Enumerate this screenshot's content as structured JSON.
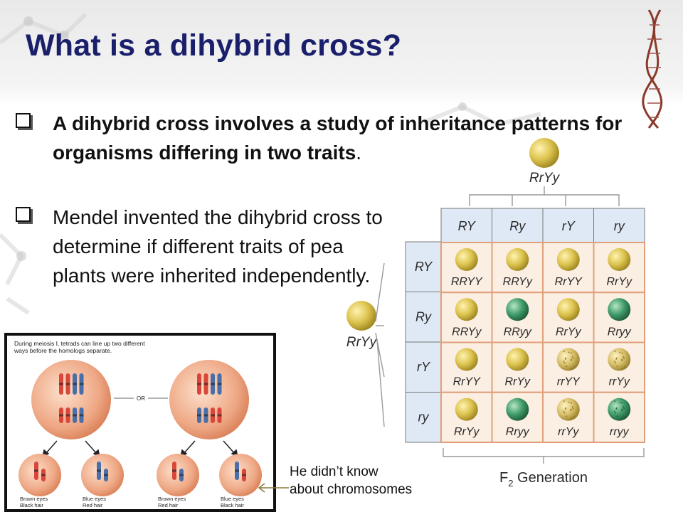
{
  "slide": {
    "title": "What is a dihybrid cross?",
    "bullets": [
      {
        "text": "A dihybrid cross involves a study of inheritance patterns for organisms differing in two traits",
        "suffix": "."
      },
      {
        "text": "Mendel invented the dihybrid cross to determine if different traits of pea plants were inherited independently."
      }
    ],
    "note": [
      "He didn’t know",
      "about chromosomes"
    ]
  },
  "punnett": {
    "parent_top": "RrYy",
    "parent_left": "RrYy",
    "gametes_top": [
      "RY",
      "Ry",
      "rY",
      "ry"
    ],
    "gametes_left": [
      "RY",
      "Ry",
      "rY",
      "ry"
    ],
    "cells": [
      [
        "RRYY",
        "RRYy",
        "RrYY",
        "RrYy"
      ],
      [
        "RRYy",
        "RRyy",
        "RrYy",
        "Rryy"
      ],
      [
        "RrYY",
        "RrYy",
        "rrYY",
        "rrYy"
      ],
      [
        "RrYy",
        "Rryy",
        "rrYy",
        "rryy"
      ]
    ],
    "generation_label": "F",
    "generation_sub": "2",
    "generation_suffix": " Generation"
  },
  "meiosis": {
    "caption": [
      "During meiosis I, tetrads can line up two different",
      "ways before the homologs separate."
    ],
    "or_label": "OR",
    "outcomes": [
      [
        "Brown eyes",
        "Black hair"
      ],
      [
        "Blue eyes",
        "Red hair"
      ],
      [
        "Brown eyes",
        "Red hair"
      ],
      [
        "Blue eyes",
        "Black hair"
      ]
    ]
  },
  "colors": {
    "title": "#1a1f6b",
    "pea_yellow": "#d9c04a",
    "pea_green": "#3e9a68",
    "header_blue": "#dfe9f6",
    "cell_peach": "#fbeee3",
    "cell_orange": "#e8a27a",
    "chrom_red": "#d9473a",
    "chrom_blue": "#4a6fa8"
  }
}
